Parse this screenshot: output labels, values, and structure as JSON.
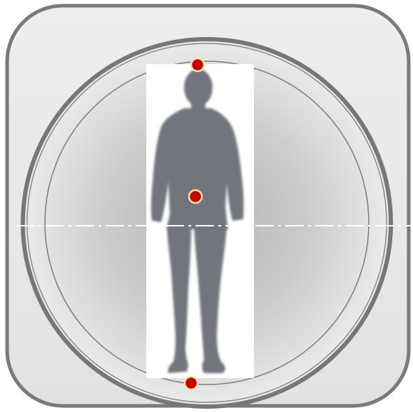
{
  "diagram": {
    "colors": {
      "frame_fill": "#e8e8e8",
      "frame_stroke": "#7a7a7a",
      "ring_stroke": "#777777",
      "inner_ring_stroke": "#7d7d7d",
      "radial_center": "#b5b5b5",
      "radial_edge": "#ebebeb",
      "panel_fill": "#ffffff",
      "silhouette_fill": "#72767b",
      "marker_fill": "#c80000",
      "marker_stroke": "#f2e6a6",
      "axis_line": "#ffffff"
    },
    "icons": {
      "frame": "rounded-square-frame",
      "rings": "concentric-circles",
      "figure": "standing-person-silhouette",
      "axis": "dash-dot-horizontal-axis",
      "markers": [
        "head-marker",
        "center-marker",
        "feet-marker"
      ]
    }
  }
}
